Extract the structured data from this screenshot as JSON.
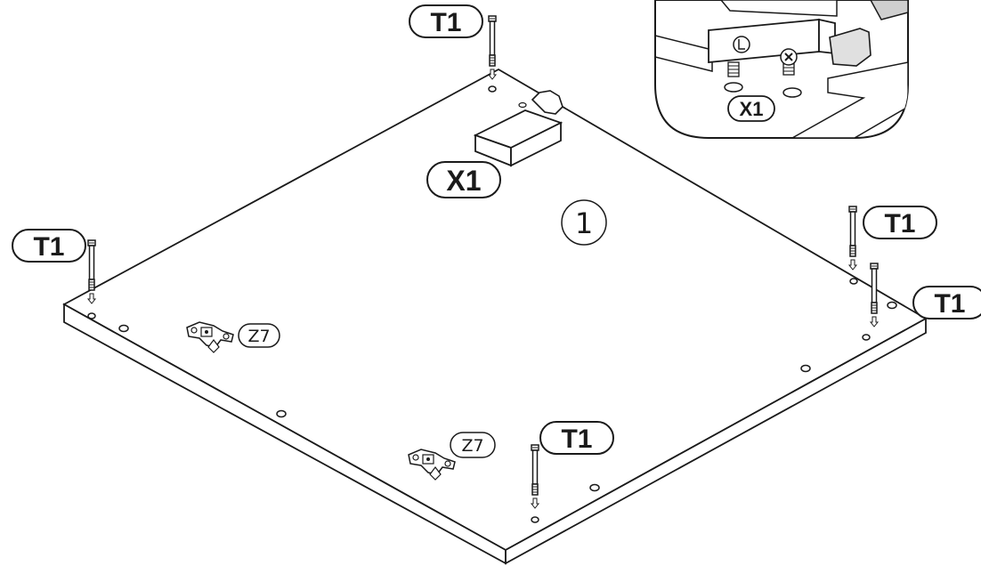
{
  "step": {
    "number": "1"
  },
  "labels": {
    "pin_top": "T1",
    "pin_left": "T1",
    "pin_right_upper": "T1",
    "pin_right_lower": "T1",
    "pin_bottom": "T1",
    "box_main": "X1",
    "box_detail": "X1",
    "hinge_left": "Z7",
    "hinge_bottom": "Z7"
  },
  "detail": {
    "icons": [
      "lock-icon",
      "cross-icon"
    ]
  },
  "colors": {
    "line": "#1a1a1a",
    "paper": "#ffffff",
    "shade": "#cfcfcf"
  }
}
